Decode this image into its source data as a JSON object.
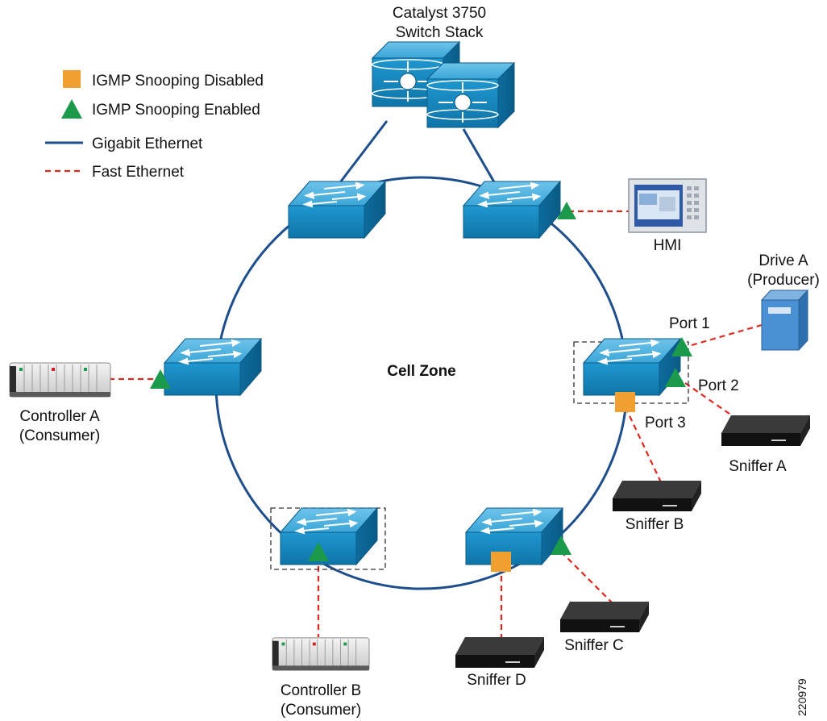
{
  "title": "Catalyst 3750",
  "title_line2": "Switch Stack",
  "legend": {
    "snoop_disabled": "IGMP Snooping Disabled",
    "snoop_enabled": "IGMP Snooping Enabled",
    "gigabit": "Gigabit Ethernet",
    "fast": "Fast Ethernet"
  },
  "zone_label": "Cell Zone",
  "devices": {
    "hmi": "HMI",
    "drive_a_line1": "Drive A",
    "drive_a_line2": "(Producer)",
    "controller_a_line1": "Controller A",
    "controller_a_line2": "(Consumer)",
    "controller_b_line1": "Controller B",
    "controller_b_line2": "(Consumer)",
    "sniffer_a": "Sniffer A",
    "sniffer_b": "Sniffer B",
    "sniffer_c": "Sniffer C",
    "sniffer_d": "Sniffer D"
  },
  "ports": {
    "port1": "Port 1",
    "port2": "Port 2",
    "port3": "Port 3"
  },
  "figure_number": "220979",
  "colors": {
    "switch_blue": "#1a8cc4",
    "gigabit_line": "#1f4e8c",
    "fast_line": "#e0281e",
    "enabled_green": "#1b9a4b",
    "disabled_orange": "#f0a030"
  }
}
